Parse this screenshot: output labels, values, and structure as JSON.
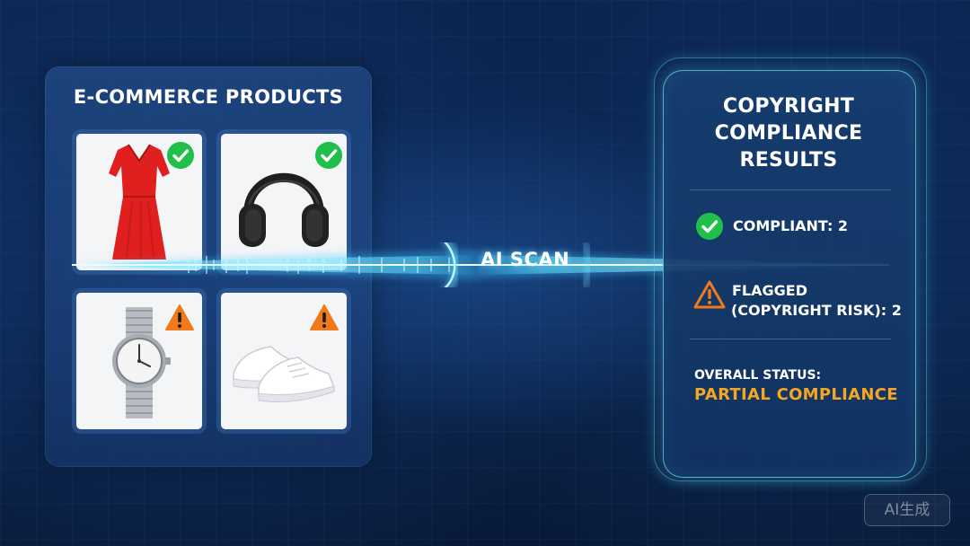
{
  "products": {
    "title": "E-COMMERCE PRODUCTS",
    "items": [
      {
        "name": "dress",
        "status": "compliant",
        "icon": "check-icon"
      },
      {
        "name": "headphones",
        "status": "compliant",
        "icon": "check-icon"
      },
      {
        "name": "watch",
        "status": "flagged",
        "icon": "warning-icon"
      },
      {
        "name": "sneakers",
        "status": "flagged",
        "icon": "warning-icon"
      }
    ]
  },
  "scan": {
    "label": "AI SCAN"
  },
  "results": {
    "title_line1": "COPYRIGHT",
    "title_line2": "COMPLIANCE",
    "title_line3": "RESULTS",
    "compliant": "COMPLIANT: 2",
    "flagged_line1": "FLAGGED",
    "flagged_line2": "(COPYRIGHT RISK): 2",
    "status_label": "OVERALL STATUS:",
    "status_value": "PARTIAL COMPLIANCE"
  },
  "watermark": "AI生成",
  "colors": {
    "background": "#0a2144",
    "compliant": "#1fbf4a",
    "flagged": "#f07a1a",
    "status_value": "#f5a623",
    "beam": "#5fe3ff"
  }
}
